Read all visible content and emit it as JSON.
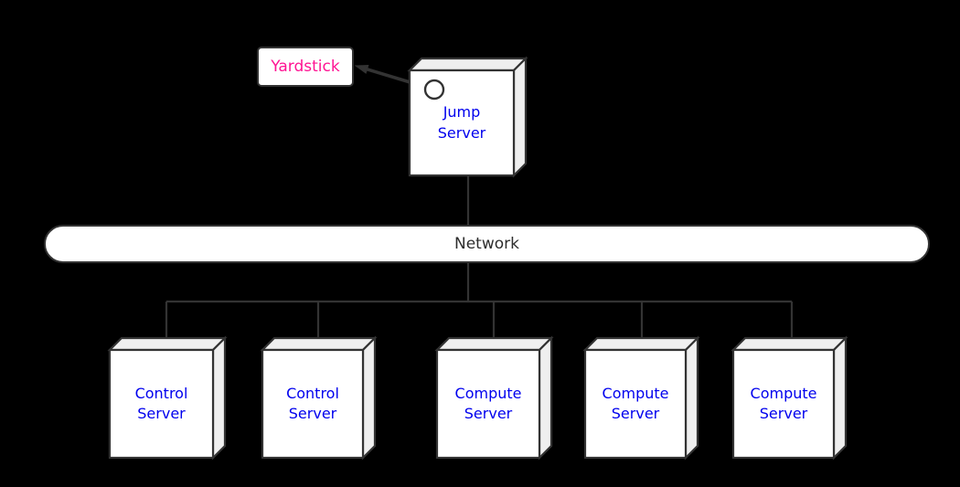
{
  "diagram": {
    "type": "network-architecture-diagram",
    "colors": {
      "background": "#000000",
      "stroke": "#333333",
      "node-fill": "#ffffff",
      "node-side-fill": "#efefef",
      "server-label": "#0000ee",
      "yardstick-label": "#ff1493",
      "network-label": "#2d2d2d"
    },
    "nodes": {
      "yardstick": {
        "label": "Yardstick",
        "shape": "rounded-rectangle"
      },
      "jump_server": {
        "label": "Jump\nServer",
        "shape": "box3d"
      },
      "network": {
        "label": "Network",
        "shape": "pill"
      },
      "control_server_1": {
        "label": "Control\nServer",
        "shape": "box3d"
      },
      "control_server_2": {
        "label": "Control\nServer",
        "shape": "box3d"
      },
      "compute_server_1": {
        "label": "Compute\nServer",
        "shape": "box3d"
      },
      "compute_server_2": {
        "label": "Compute\nServer",
        "shape": "box3d"
      },
      "compute_server_3": {
        "label": "Compute\nServer",
        "shape": "box3d"
      }
    },
    "edges": [
      {
        "from": "jump_server",
        "to": "yardstick",
        "style": "arrow-from-port-circle"
      },
      {
        "from": "jump_server",
        "to": "network",
        "style": "line"
      },
      {
        "from": "network",
        "to": "control_server_1",
        "style": "line"
      },
      {
        "from": "network",
        "to": "control_server_2",
        "style": "line"
      },
      {
        "from": "network",
        "to": "compute_server_1",
        "style": "line"
      },
      {
        "from": "network",
        "to": "compute_server_2",
        "style": "line"
      },
      {
        "from": "network",
        "to": "compute_server_3",
        "style": "line"
      }
    ]
  }
}
